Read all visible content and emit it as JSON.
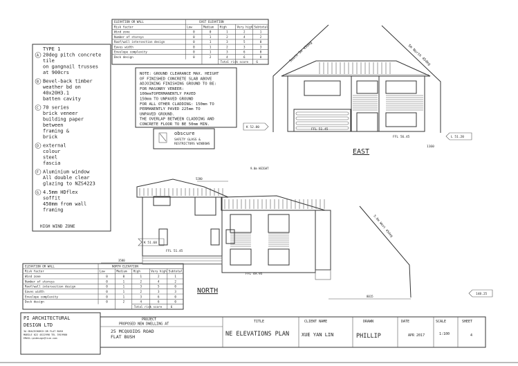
{
  "notes": {
    "items": [
      {
        "marker": "A",
        "lines": [
          "TYPE 1",
          "20deg pitch concrete",
          "tile",
          "on gangnail trusses",
          "at 900crs"
        ]
      },
      {
        "marker": "B",
        "lines": [
          "Bevel-back timber",
          "weather bd on",
          "40x20H3.1",
          "batten cavity"
        ]
      },
      {
        "marker": "C",
        "lines": [
          "70 series",
          "brick veneer",
          "building paper",
          "between",
          "framing &",
          "brick"
        ]
      },
      {
        "marker": "D",
        "lines": [
          "external",
          "colour",
          "steel",
          "fascia"
        ]
      },
      {
        "marker": "F",
        "lines": [
          "Aluminium window",
          "All double clear",
          "glazing to NZS4223"
        ]
      },
      {
        "marker": "G",
        "lines": [
          "4.5mm HDflex",
          "soffit",
          "450mm from wall",
          "framing"
        ]
      }
    ],
    "footer": "HIGH WIND ZONE"
  },
  "ground_note": [
    "NOTE: GROUND CLEARANCE MAX. HEIGHT",
    "OF FINISHED CONCRETE SLAB ABOVE",
    "ADJOINING FINISHING GROUND TO BE:",
    "FOR MASONRY VENEER:",
    "100mmTOPERMANENTLY PAVED",
    "150mm TO UNPAVED GROUND",
    "FOR ALL OTHER CLADDING: 150mm TO",
    "PERMANENTLY PAVED 225mm TO",
    "UNPAVED GROUND.",
    "THE OVERLAP BETWEEN CLADDING AND",
    "CONCRETE FLOOR TO BE 50mm MIN."
  ],
  "legend": {
    "title": "obscure",
    "lines": [
      "SAFETY GLASS &",
      "RESTRICTORS WINDOWS"
    ]
  },
  "risk_tables": [
    {
      "elevation_label": "ELEVATION OR WALL",
      "elevation": "EAST ELEVATION",
      "columns": [
        "Risk factor",
        "Low",
        "Medium",
        "High",
        "Very high",
        "Subtotal"
      ],
      "rows": [
        [
          "Wind zone",
          "0",
          "0",
          "1",
          "2",
          "1"
        ],
        [
          "Number of storeys",
          "0",
          "1",
          "2",
          "4",
          "2"
        ],
        [
          "Roof/wall intersection design",
          "0",
          "1",
          "3",
          "5",
          "0"
        ],
        [
          "Eaves width",
          "0",
          "1",
          "2",
          "3",
          "3"
        ],
        [
          "Envelope complexity",
          "0",
          "1",
          "3",
          "6",
          "0"
        ],
        [
          "Deck design",
          "0",
          "2",
          "4",
          "6",
          "0"
        ]
      ],
      "total_label": "Total risk score",
      "total": "6"
    },
    {
      "elevation_label": "ELEVATION OR WALL",
      "elevation": "NORTH ELEVATION",
      "columns": [
        "Risk factor",
        "Low",
        "Medium",
        "High",
        "Very high",
        "Subtotal"
      ],
      "rows": [
        [
          "Wind zone",
          "0",
          "0",
          "1",
          "2",
          "1"
        ],
        [
          "Number of storeys",
          "0",
          "1",
          "2",
          "4",
          "2"
        ],
        [
          "Roof/wall intersection design",
          "0",
          "1",
          "3",
          "5",
          "0"
        ],
        [
          "Eaves width",
          "0",
          "1",
          "2",
          "3",
          "3"
        ],
        [
          "Envelope complexity",
          "0",
          "1",
          "3",
          "6",
          "0"
        ],
        [
          "Deck design",
          "0",
          "2",
          "4",
          "6",
          "0"
        ]
      ],
      "total_label": "Total risk score",
      "total": "6"
    }
  ],
  "east": {
    "label": "EAST",
    "south_line": "South 5m 45deg",
    "north_line": "5m North 45deg",
    "rl_left": "K 52.80",
    "rl_right": "L 51.20",
    "ffl_garage": "FFL 51.45",
    "ffl": "FFL 56.45",
    "dim": "1160"
  },
  "north": {
    "label": "NORTH",
    "height": "9.0m HEIGHT",
    "dim_top": "5280",
    "dim_left": "3580",
    "dim_right": "8015",
    "rl_left": "K 51.68",
    "rl_right": "148.25",
    "ffl_upper": "FFL 51.45",
    "ffl_lower": "FFL 49.95",
    "west_line": "5.0m West 45deg"
  },
  "title_block": {
    "company": [
      "PI ARCHITECTURAL",
      "DESIGN LTD"
    ],
    "company_details": [
      "3A GRACECHURCH DR FLAT BUSH",
      "MOBILE 022 4522998 TEL 3919980",
      "EMAIL:pidesign@live.com"
    ],
    "project_label": "PROJECT",
    "project_desc": "PROPOSED NEW DWELLING AT",
    "project_address": [
      "25 MCQUOIDS ROAD",
      "FLAT BUSH"
    ],
    "title_label": "TITLE",
    "title": "NE ELEVATIONS PLAN",
    "client_label": "CLIENT NAME",
    "client": "XUE YAN LIN",
    "drawn_label": "DRAWN",
    "drawn": "PHILLIP",
    "date_label": "DATE",
    "date": "APR 2017",
    "scale_label": "SCALE",
    "scale": "1:100",
    "sheet_label": "SHEET",
    "sheet": "4"
  }
}
